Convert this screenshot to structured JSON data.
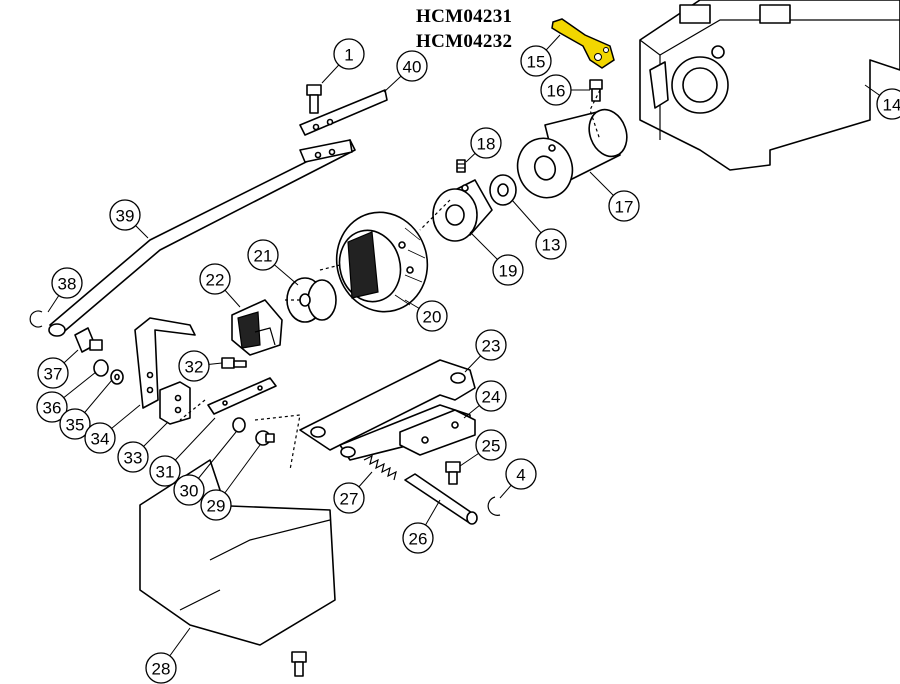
{
  "part_codes": [
    "HCM04231",
    "HCM04232"
  ],
  "highlight_color": "#f2d600",
  "callouts": [
    {
      "id": "c1",
      "label": "1"
    },
    {
      "id": "c40",
      "label": "40"
    },
    {
      "id": "c15",
      "label": "15"
    },
    {
      "id": "c16",
      "label": "16"
    },
    {
      "id": "c14",
      "label": "14"
    },
    {
      "id": "c18",
      "label": "18"
    },
    {
      "id": "c17",
      "label": "17"
    },
    {
      "id": "c39",
      "label": "39"
    },
    {
      "id": "c13",
      "label": "13"
    },
    {
      "id": "c19",
      "label": "19"
    },
    {
      "id": "c21",
      "label": "21"
    },
    {
      "id": "c22",
      "label": "22"
    },
    {
      "id": "c20",
      "label": "20"
    },
    {
      "id": "c38",
      "label": "38"
    },
    {
      "id": "c37",
      "label": "37"
    },
    {
      "id": "c36",
      "label": "36"
    },
    {
      "id": "c35",
      "label": "35"
    },
    {
      "id": "c34",
      "label": "34"
    },
    {
      "id": "c33",
      "label": "33"
    },
    {
      "id": "c32",
      "label": "32"
    },
    {
      "id": "c31",
      "label": "31"
    },
    {
      "id": "c30",
      "label": "30"
    },
    {
      "id": "c29",
      "label": "29"
    },
    {
      "id": "c23",
      "label": "23"
    },
    {
      "id": "c24",
      "label": "24"
    },
    {
      "id": "c25",
      "label": "25"
    },
    {
      "id": "c4",
      "label": "4"
    },
    {
      "id": "c27",
      "label": "27"
    },
    {
      "id": "c26",
      "label": "26"
    },
    {
      "id": "c28",
      "label": "28"
    }
  ]
}
